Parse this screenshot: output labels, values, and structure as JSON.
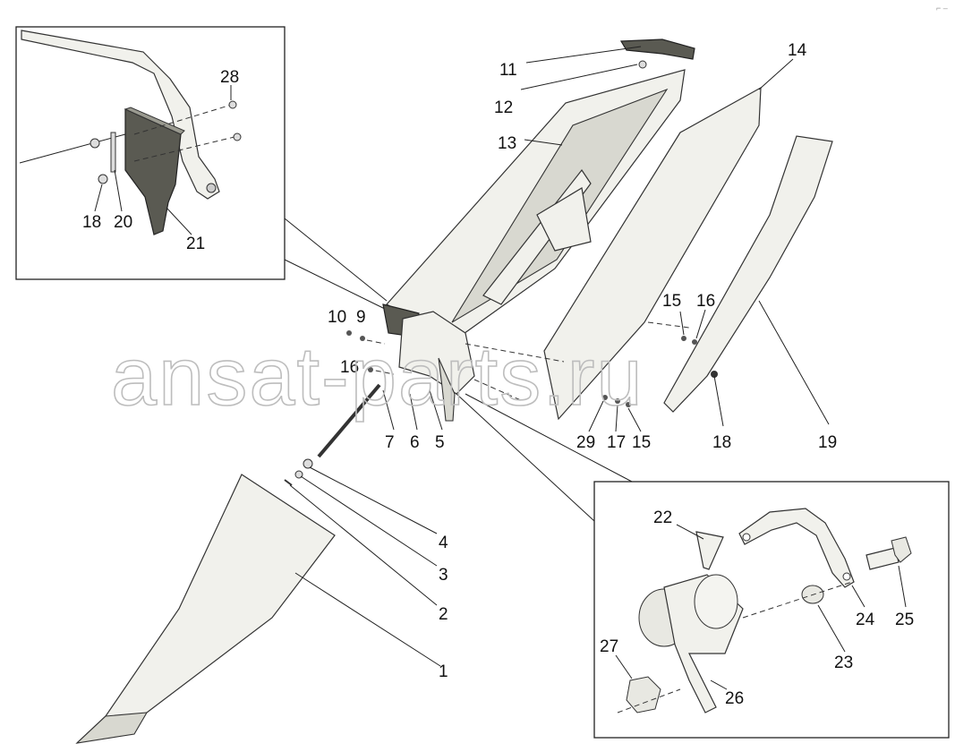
{
  "watermark": "ansat-parts.ru",
  "corner_mark": "⌐ –",
  "callouts": {
    "c1": "1",
    "c2": "2",
    "c3": "3",
    "c4": "4",
    "c5": "5",
    "c6": "6",
    "c7": "7",
    "c9": "9",
    "c10": "10",
    "c11": "11",
    "c12": "12",
    "c13": "13",
    "c14": "14",
    "c15a": "15",
    "c15b": "15",
    "c16a": "16",
    "c16b": "16",
    "c17": "17",
    "c18a": "18",
    "c18b": "18",
    "c19": "19",
    "c20": "20",
    "c21": "21",
    "c22": "22",
    "c23": "23",
    "c24": "24",
    "c25": "25",
    "c26": "26",
    "c27": "27",
    "c28": "28",
    "c29": "29"
  }
}
